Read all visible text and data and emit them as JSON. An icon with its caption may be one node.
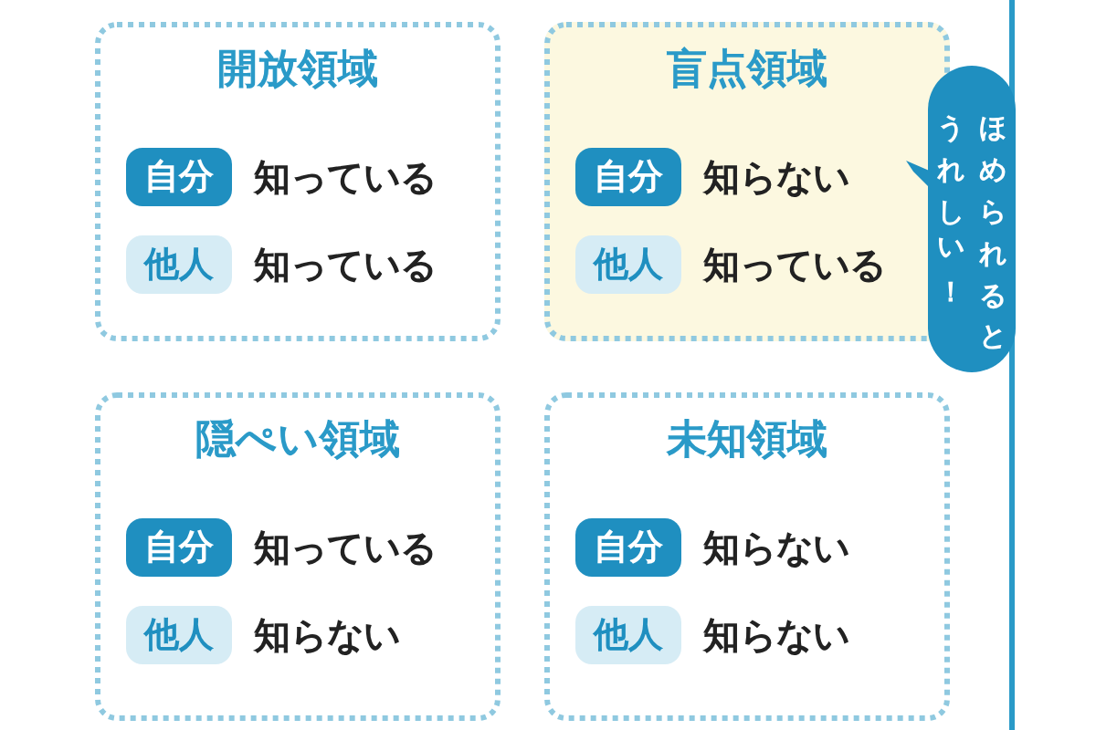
{
  "diagram": {
    "nodes": [
      {
        "text": [
          "開放領域"
        ]
      },
      {
        "text": [
          "自分"
        ],
        "in": 0,
        "beside": [
          "知っている"
        ]
      },
      {
        "text": [
          "他人"
        ],
        "in": 0,
        "beside": [
          "知っている"
        ]
      },
      {
        "text": [
          "盲点領域"
        ]
      },
      {
        "text": [
          "自分"
        ],
        "in": 3,
        "beside": [
          "知らない"
        ]
      },
      {
        "text": [
          "他人"
        ],
        "in": 3,
        "beside": [
          "知っている"
        ]
      },
      {
        "text": [
          "ほめられるとうれしい！"
        ]
      },
      {
        "text": [
          "隠ぺい領域"
        ]
      },
      {
        "text": [
          "自分"
        ],
        "in": 7,
        "beside": [
          "知っている"
        ]
      },
      {
        "text": [
          "他人"
        ],
        "in": 7,
        "beside": [
          "知らない"
        ]
      },
      {
        "text": [
          "未知領域"
        ]
      },
      {
        "text": [
          "自分"
        ],
        "in": 10,
        "beside": [
          "知らない"
        ]
      },
      {
        "text": [
          "他人"
        ],
        "in": 10,
        "beside": [
          "知らない"
        ]
      }
    ],
    "edges": []
  }
}
